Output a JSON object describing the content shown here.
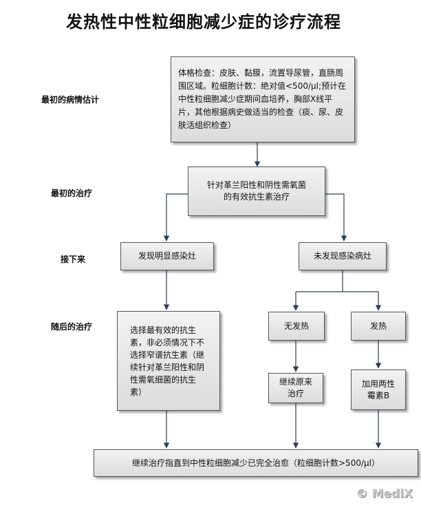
{
  "title": "发热性中性粒细胞减少症的诊疗流程",
  "stages": {
    "initial_assessment": "最初的病情估计",
    "initial_treatment": "最初的治疗",
    "next": "接下来",
    "subsequent_treatment": "随后的治疗"
  },
  "nodes": {
    "exam": "体格检查：皮肤、黏膜，流置导尿管，直肠周围区域。粒细胞计数：绝对值<500/μl;预计在中性粒细胞减少症期间血培养，胸部X线平片，其他根据病史做适当的检查（痰、尿、皮肤活组织检查）",
    "antibiotics": "针对革兰阳性和阴性需氧菌的有效抗生素治疗",
    "infection_found": "发现明显感染灶",
    "infection_not_found": "未发现感染病灶",
    "choose_antibiotic": "选择最有效的抗生素，非必须情况下不选择窄谱抗生素（继续针对革兰阳性和阴性需氧细菌的抗生素）",
    "no_fever": "无发热",
    "fever": "发热",
    "continue_original": "继续原来治疗",
    "add_amphotericin": "加用两性霉素B",
    "continue_until": "继续治疗指直到中性粒细胞减少已完全治愈（粒细胞计数>500/μl）"
  },
  "watermark": "© MediX",
  "colors": {
    "arrow": "#2b3f5c",
    "box_border": "#555555"
  }
}
